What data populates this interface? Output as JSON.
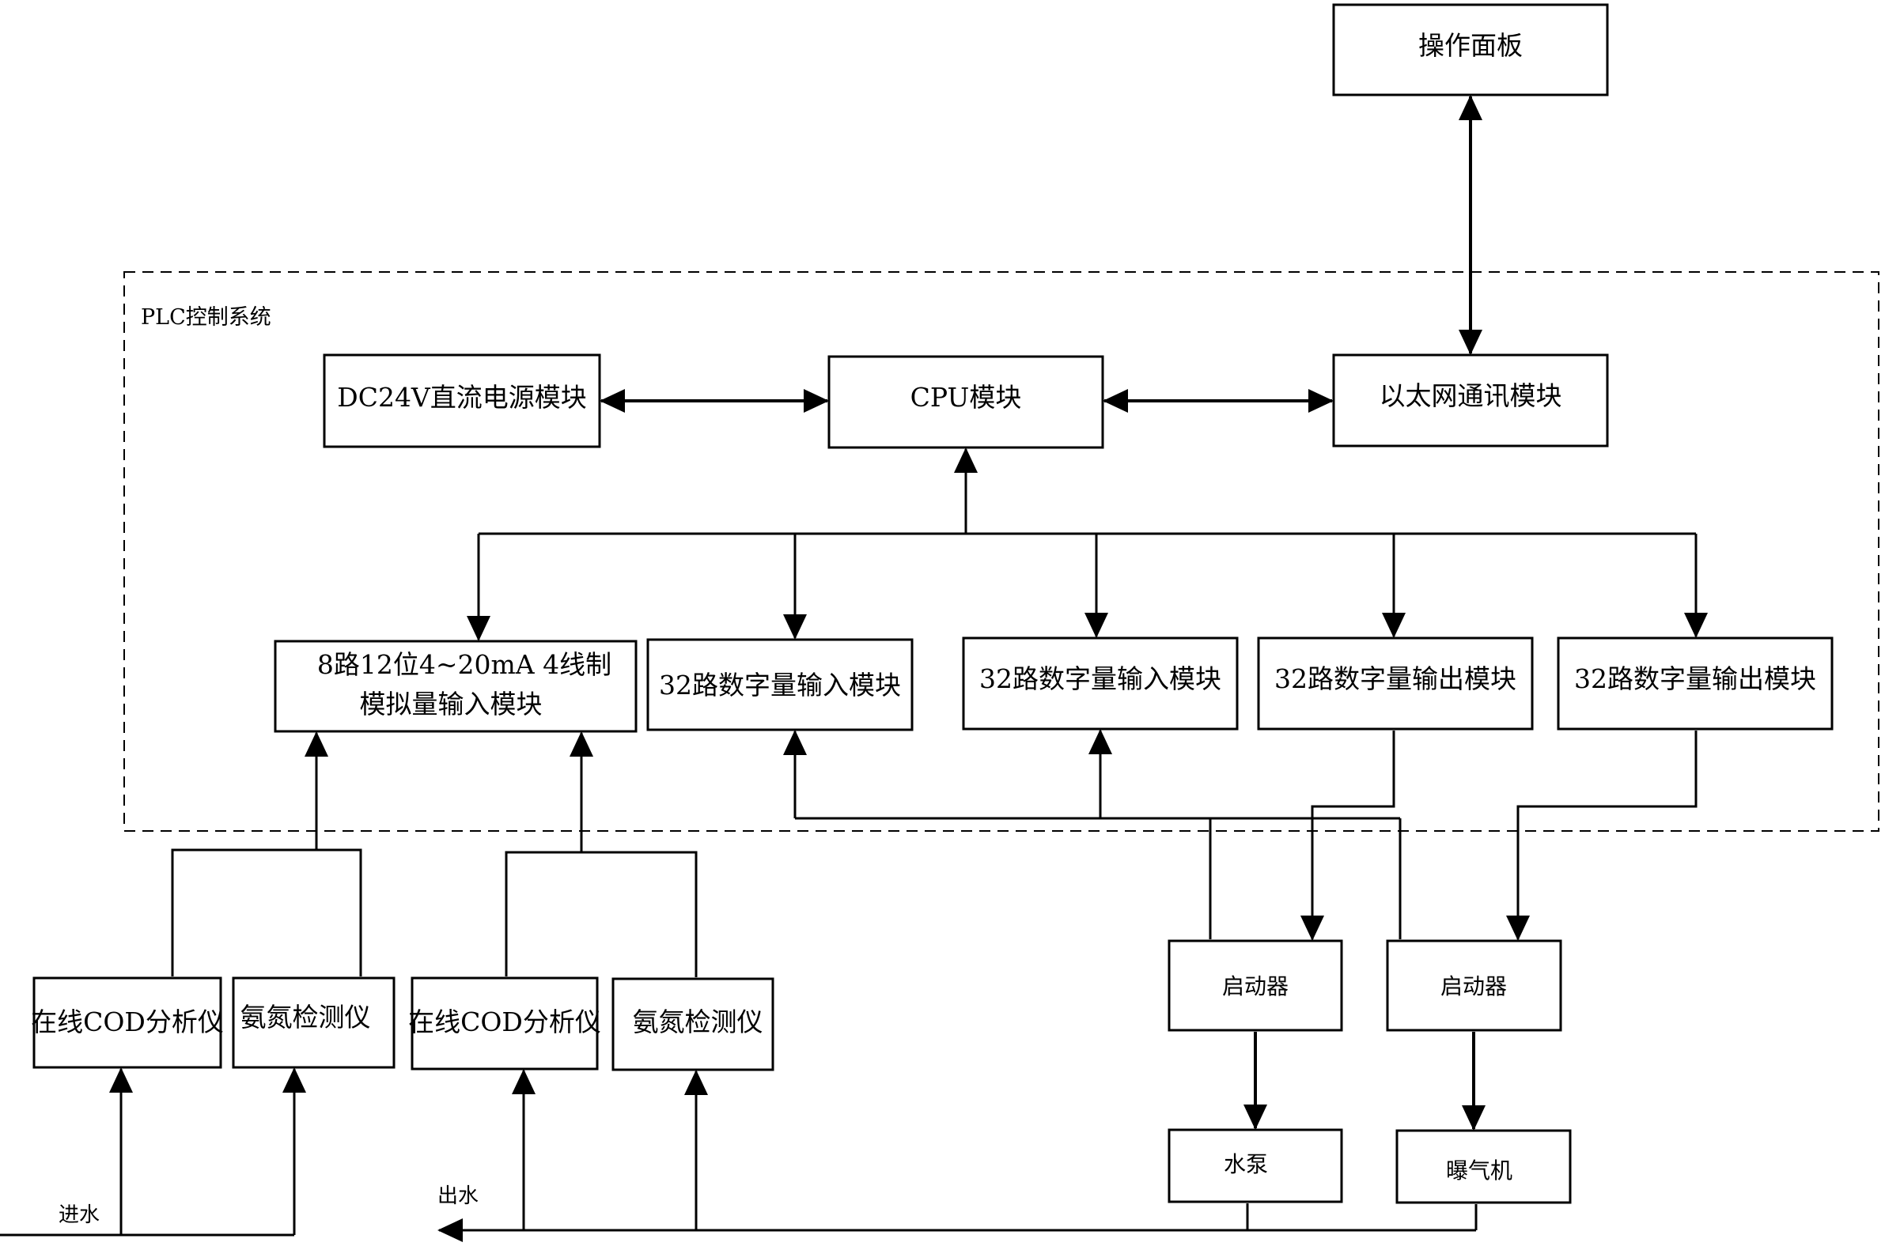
{
  "diagram": {
    "group_label": "PLC控制系统",
    "nodes": {
      "operation_panel": "操作面板",
      "power_module": "DC24V直流电源模块",
      "cpu_module": "CPU模块",
      "ethernet_module": "以太网通讯模块",
      "analog_input_line1": "8路12位4~20mA 4线制",
      "analog_input_line2": "模拟量输入模块",
      "digital_input_1": "32路数字量输入模块",
      "digital_input_2": "32路数字量输入模块",
      "digital_output_1": "32路数字量输出模块",
      "digital_output_2": "32路数字量输出模块",
      "cod_analyzer_in": "在线COD分析仪",
      "ammonia_detector_in": "氨氮检测仪",
      "cod_analyzer_out": "在线COD分析仪",
      "ammonia_detector_out": "氨氮检测仪",
      "starter_1": "启动器",
      "starter_2": "启动器",
      "water_pump": "水泵",
      "aerator": "曝气机"
    },
    "labels": {
      "water_in": "进水",
      "water_out": "出水"
    }
  }
}
